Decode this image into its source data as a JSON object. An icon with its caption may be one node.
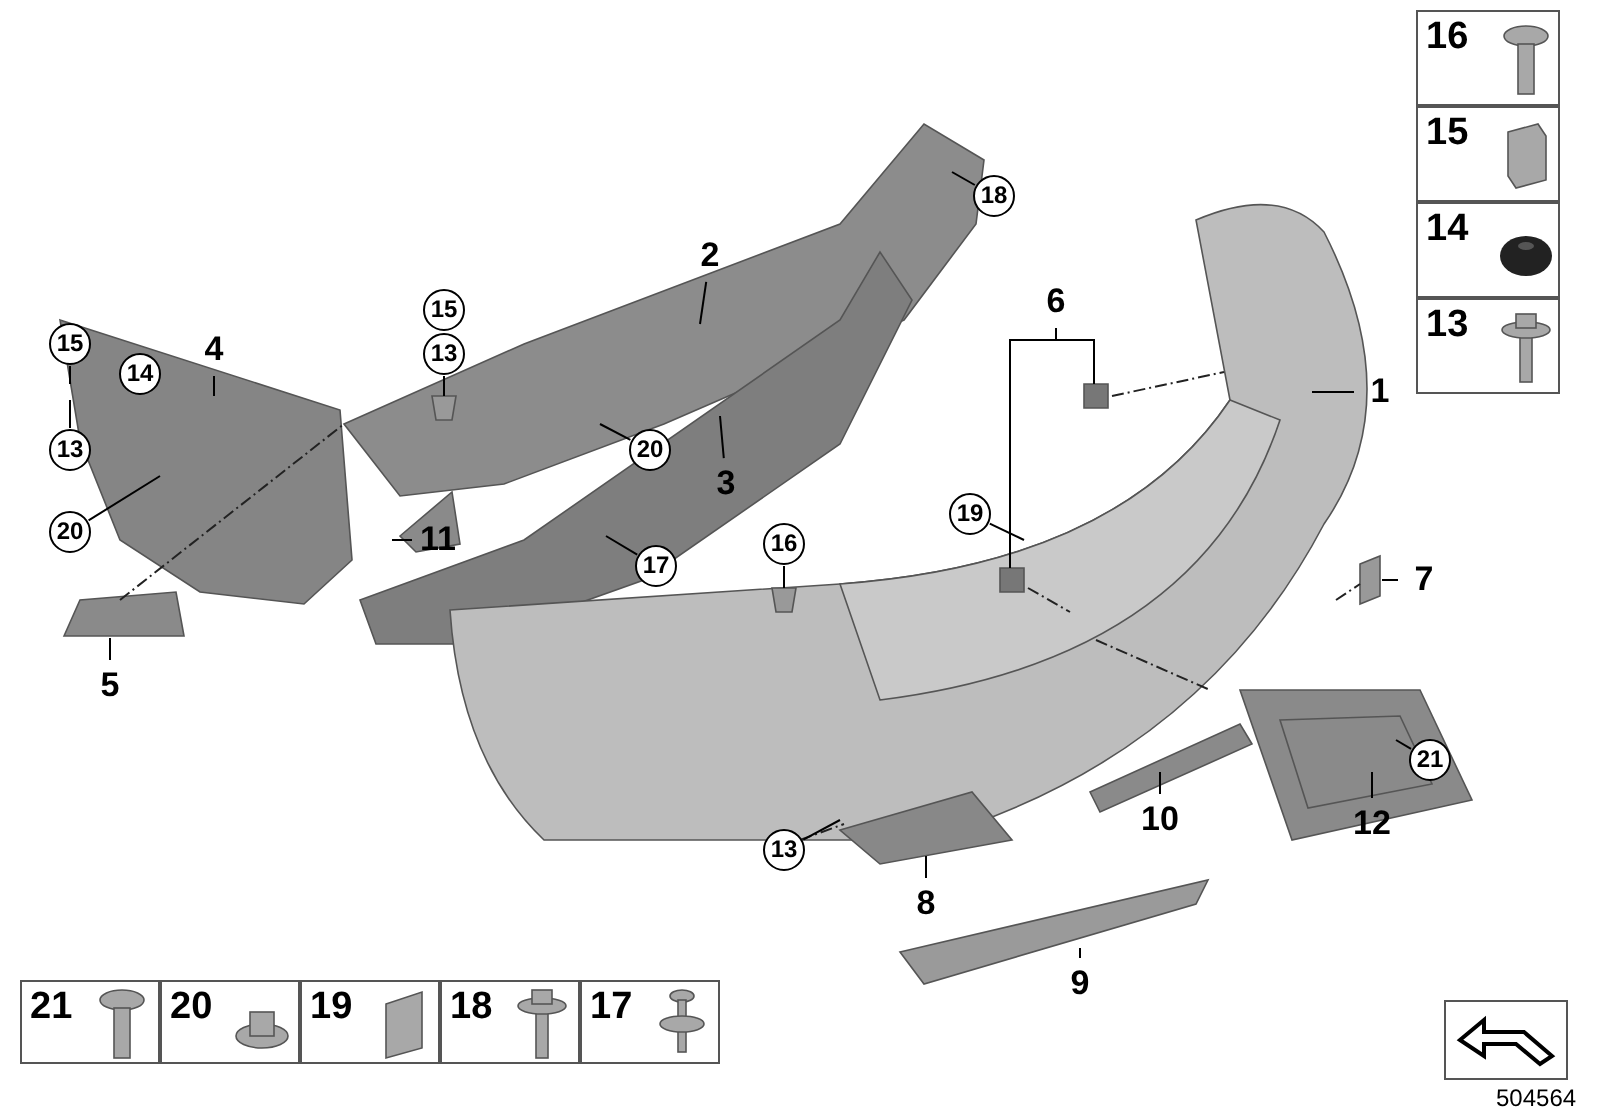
{
  "diagram": {
    "nodes": [
      {
        "text": [
          "16"
        ]
      },
      {
        "text": [
          "15"
        ]
      },
      {
        "text": [
          "14"
        ]
      },
      {
        "text": [
          "13"
        ]
      },
      {
        "text": [
          "18"
        ]
      },
      {
        "text": [
          "2"
        ]
      },
      {
        "text": [
          "6"
        ]
      },
      {
        "text": [
          "15"
        ]
      },
      {
        "text": [
          "15"
        ]
      },
      {
        "text": [
          "13"
        ]
      },
      {
        "text": [
          "1"
        ]
      },
      {
        "text": [
          "14"
        ]
      },
      {
        "text": [
          "4"
        ]
      },
      {
        "text": [
          "13"
        ]
      },
      {
        "text": [
          "20"
        ]
      },
      {
        "text": [
          "20"
        ]
      },
      {
        "text": [
          "3"
        ]
      },
      {
        "text": [
          "19"
        ]
      },
      {
        "text": [
          "11"
        ]
      },
      {
        "text": [
          "17"
        ]
      },
      {
        "text": [
          "16"
        ]
      },
      {
        "text": [
          "7"
        ]
      },
      {
        "text": [
          "5"
        ]
      },
      {
        "text": [
          "21"
        ]
      },
      {
        "text": [
          "10"
        ]
      },
      {
        "text": [
          "12"
        ]
      },
      {
        "text": [
          "13"
        ]
      },
      {
        "text": [
          "8"
        ]
      },
      {
        "text": [
          "9"
        ]
      },
      {
        "text": [
          "21"
        ]
      },
      {
        "text": [
          "20"
        ]
      },
      {
        "text": [
          "19"
        ]
      },
      {
        "text": [
          "18"
        ]
      },
      {
        "text": [
          "17"
        ]
      }
    ],
    "edges": [
      {
        "from": 4,
        "to": null,
        "arrow": "none"
      },
      {
        "from": 5,
        "to": null,
        "arrow": "none"
      },
      {
        "from": 6,
        "to": null,
        "arrow": "none"
      },
      {
        "from": 6,
        "to": null,
        "arrow": "none"
      },
      {
        "from": 8,
        "to": null,
        "arrow": "none"
      },
      {
        "from": 9,
        "to": null,
        "arrow": "none"
      },
      {
        "from": 10,
        "to": null,
        "arrow": "none"
      },
      {
        "from": 12,
        "to": null,
        "arrow": "none"
      },
      {
        "from": 13,
        "to": null,
        "arrow": "none"
      },
      {
        "from": 14,
        "to": null,
        "arrow": "none"
      },
      {
        "from": 15,
        "to": null,
        "arrow": "none"
      },
      {
        "from": 16,
        "to": null,
        "arrow": "none"
      },
      {
        "from": 17,
        "to": null,
        "arrow": "none"
      },
      {
        "from": 18,
        "to": null,
        "arrow": "none"
      },
      {
        "from": 19,
        "to": null,
        "arrow": "none"
      },
      {
        "from": 20,
        "to": null,
        "arrow": "none"
      },
      {
        "from": 21,
        "to": null,
        "arrow": "none"
      },
      {
        "from": 22,
        "to": null,
        "arrow": "none"
      },
      {
        "from": 23,
        "to": null,
        "arrow": "none"
      },
      {
        "from": 24,
        "to": null,
        "arrow": "none"
      },
      {
        "from": 25,
        "to": null,
        "arrow": "none"
      },
      {
        "from": 26,
        "to": null,
        "arrow": "none"
      },
      {
        "from": 27,
        "to": null,
        "arrow": "none"
      },
      {
        "from": 28,
        "to": null,
        "arrow": "none"
      }
    ],
    "labels": [
      "504564"
    ]
  }
}
